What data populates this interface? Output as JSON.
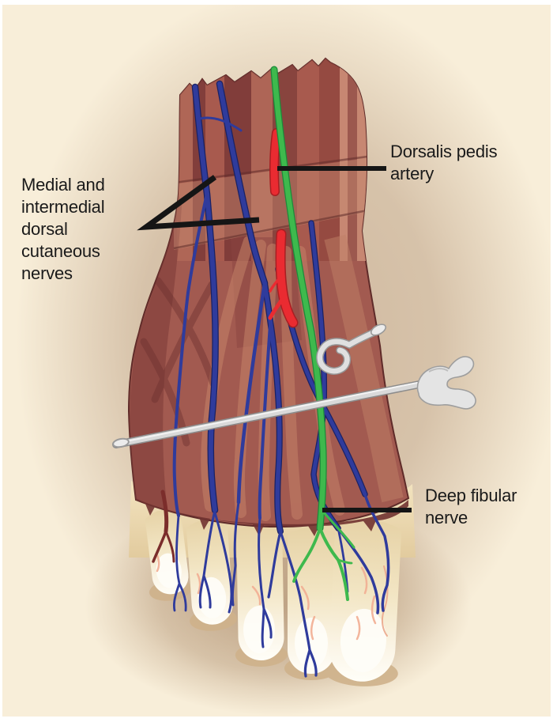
{
  "figure": {
    "kind": "anatomical illustration",
    "subject": "Dorsum of foot with nerves, vessels and surgical instruments",
    "labels": {
      "medial_nerves": "Medial and\nintermedial\ndorsal\ncutaneous\nnerves",
      "dorsalis_pedis": "Dorsalis pedis\nartery",
      "deep_fibular": "Deep fibular\nnerve"
    },
    "structures": [
      {
        "name": "dorsalis-pedis-artery",
        "color": "#ea2b31"
      },
      {
        "name": "deep-fibular-nerve",
        "color": "#3eb94d"
      },
      {
        "name": "dorsal-cutaneous-nerves",
        "color": "#2f3b9c"
      },
      {
        "name": "muscle",
        "color": "#a25a50"
      },
      {
        "name": "skin-toes",
        "color": "#f0e1bc"
      },
      {
        "name": "probe-and-hook-instruments",
        "color": "#d9d9d9"
      },
      {
        "name": "background",
        "color": "#f8eed9"
      },
      {
        "name": "label-text",
        "color": "#1a1a1a"
      },
      {
        "name": "leader-lines",
        "color": "#151515"
      }
    ]
  }
}
